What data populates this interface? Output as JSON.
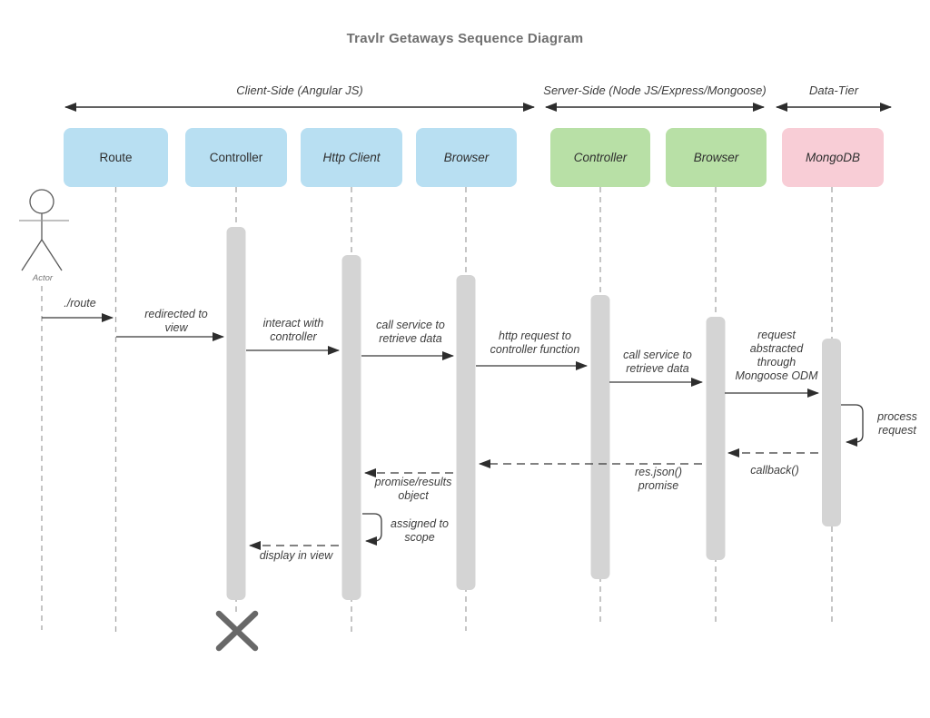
{
  "title": "Travlr Getaways Sequence Diagram",
  "sections": [
    {
      "label": "Client-Side (Angular JS)"
    },
    {
      "label": "Server-Side (Node JS/Express/Mongoose)"
    },
    {
      "label": "Data-Tier"
    }
  ],
  "actor": {
    "label": "Actor"
  },
  "participants": [
    {
      "label": "Route",
      "tier": "client"
    },
    {
      "label": "Controller",
      "tier": "client"
    },
    {
      "label": "Http Client",
      "tier": "client"
    },
    {
      "label": "Browser",
      "tier": "client"
    },
    {
      "label": "Controller",
      "tier": "server"
    },
    {
      "label": "Browser",
      "tier": "server"
    },
    {
      "label": "MongoDB",
      "tier": "data"
    }
  ],
  "messages": [
    {
      "label": "./route",
      "type": "solid",
      "from": "Actor",
      "to": "Route"
    },
    {
      "label": "redirected to\nview",
      "type": "solid",
      "from": "Route",
      "to": "Controller"
    },
    {
      "label": "interact with\ncontroller",
      "type": "solid",
      "from": "Controller",
      "to": "Http Client"
    },
    {
      "label": "call service to\nretrieve data",
      "type": "solid",
      "from": "Http Client",
      "to": "Browser"
    },
    {
      "label": "http request to\ncontroller function",
      "type": "solid",
      "from": "Browser",
      "to": "Controller (server)"
    },
    {
      "label": "call service to\nretrieve data",
      "type": "solid",
      "from": "Controller (server)",
      "to": "Browser (server)"
    },
    {
      "label": "request\nabstracted\nthrough\nMongoose ODM",
      "type": "solid",
      "from": "Browser (server)",
      "to": "MongoDB"
    },
    {
      "label": "process\nrequest",
      "type": "self",
      "from": "MongoDB",
      "to": "MongoDB"
    },
    {
      "label": "callback()",
      "type": "dashed",
      "from": "MongoDB",
      "to": "Browser (server)"
    },
    {
      "label": "res.json()\npromise",
      "type": "dashed",
      "from": "Browser (server)",
      "to": "Browser"
    },
    {
      "label": "promise/results\nobject",
      "type": "dashed",
      "from": "Browser",
      "to": "Http Client"
    },
    {
      "label": "assigned to\nscope",
      "type": "self",
      "from": "Http Client",
      "to": "Http Client"
    },
    {
      "label": "display in view",
      "type": "dashed",
      "from": "Http Client",
      "to": "Controller"
    }
  ],
  "palette": {
    "client_fill": "#b8dff2",
    "server_fill": "#b8e0a6",
    "data_fill": "#f8cdd6",
    "activation_fill": "#d4d4d4",
    "line_color": "#383838",
    "lifeline_color": "#a6a6a6",
    "text_color": "#3d3d3d",
    "title_color": "#6f6f6f",
    "destroy_color": "#686868"
  }
}
